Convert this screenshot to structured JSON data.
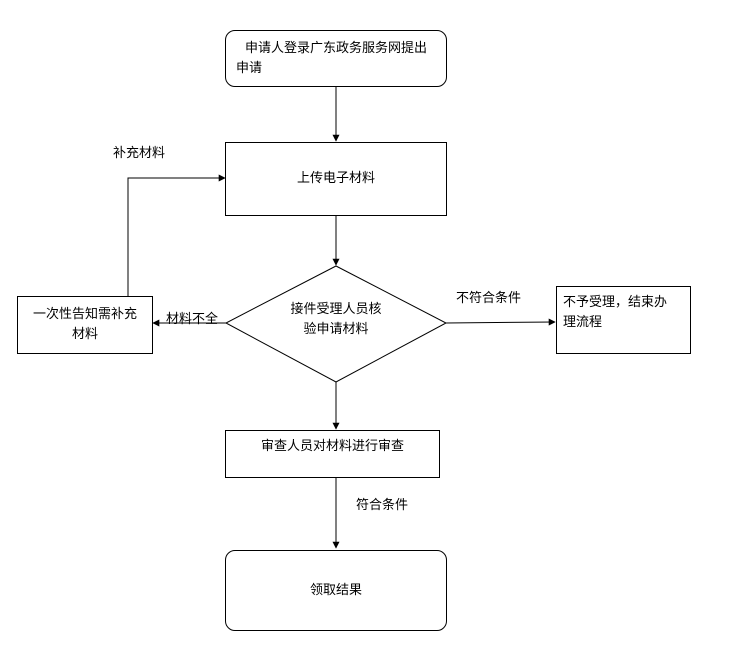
{
  "nodes": {
    "start": {
      "line1": "申请人登录广东政务服务网提出",
      "line2": "申请"
    },
    "upload": {
      "text": "上传电子材料"
    },
    "verify": {
      "line1": "接件受理人员核",
      "line2": "验申请材料"
    },
    "inform": {
      "line1": "一次性告知需补充",
      "line2": "材料"
    },
    "reject": {
      "line1": "不予受理，结束办",
      "line2": "理流程"
    },
    "review": {
      "text": "审查人员对材料进行审查"
    },
    "result": {
      "text": "领取结果"
    }
  },
  "edges": {
    "supplement": "补充材料",
    "incomplete": "材料不全",
    "not_qualified": "不符合条件",
    "qualified": "符合条件"
  }
}
